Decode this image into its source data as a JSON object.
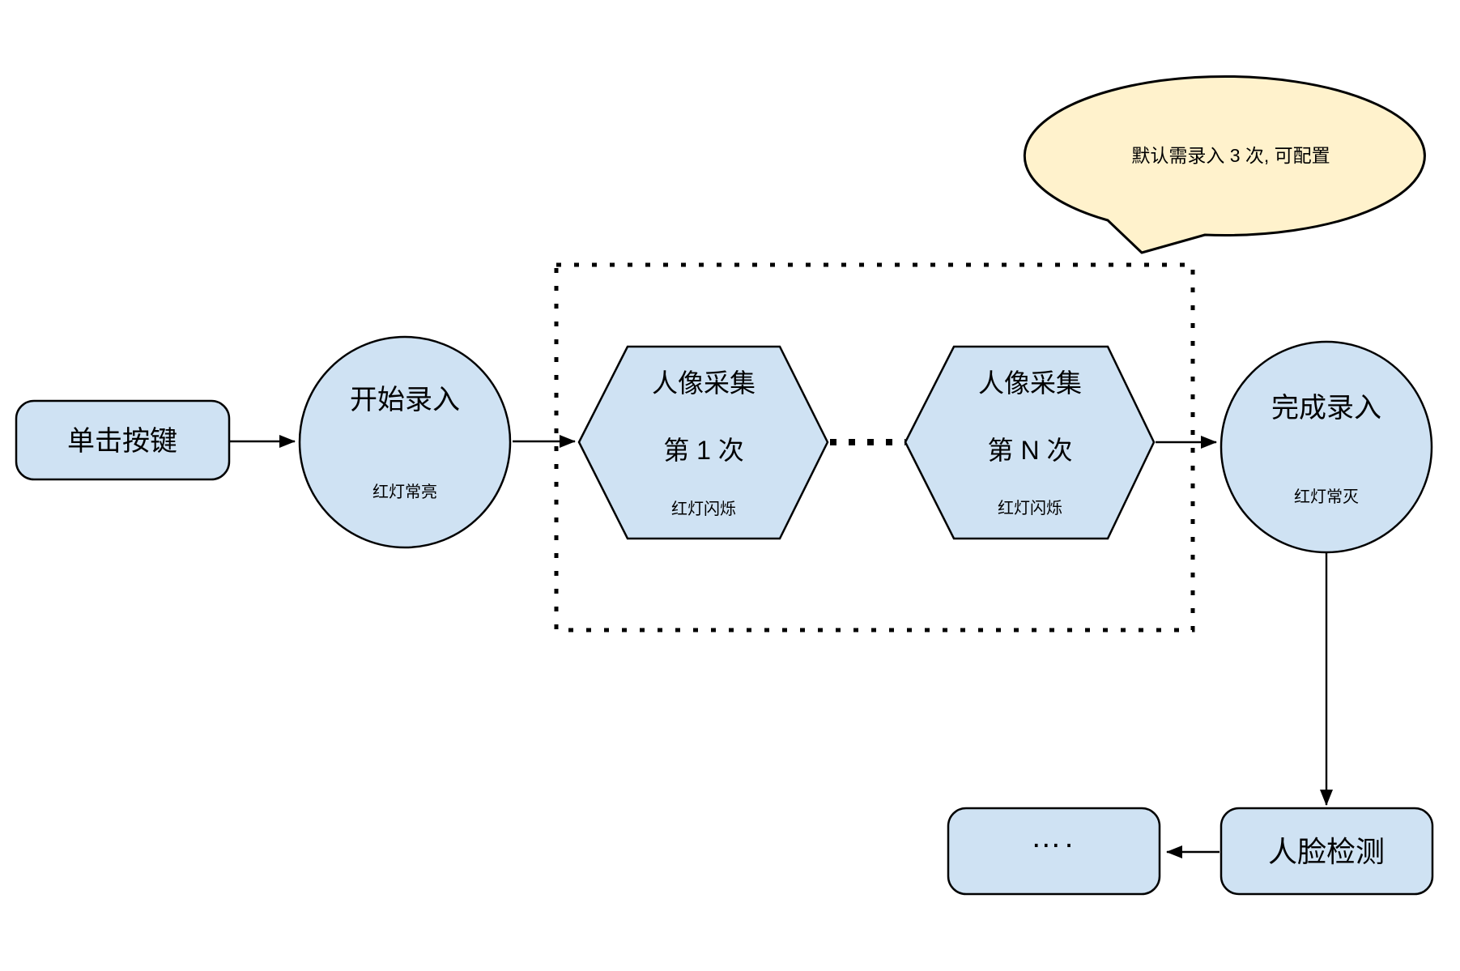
{
  "diagram": {
    "nodes": {
      "start_button": {
        "label": "单击按键"
      },
      "start_record": {
        "label": "开始录入",
        "sublabel": "红灯常亮"
      },
      "capture_first": {
        "line1": "人像采集",
        "line2": "第 1 次",
        "sublabel": "红灯闪烁"
      },
      "capture_nth": {
        "line1": "人像采集",
        "line2": "第 N 次",
        "sublabel": "红灯闪烁"
      },
      "finish_record": {
        "label": "完成录入",
        "sublabel": "红灯常灭"
      },
      "face_detection": {
        "label": "人脸检测"
      },
      "continuation": {
        "label": "…."
      }
    },
    "callout": {
      "text": "默认需录入 3 次, 可配置"
    },
    "colors": {
      "node_fill": "#cfe2f3",
      "callout_fill": "#fff2cc",
      "stroke": "#000000",
      "background": "#ffffff"
    }
  }
}
